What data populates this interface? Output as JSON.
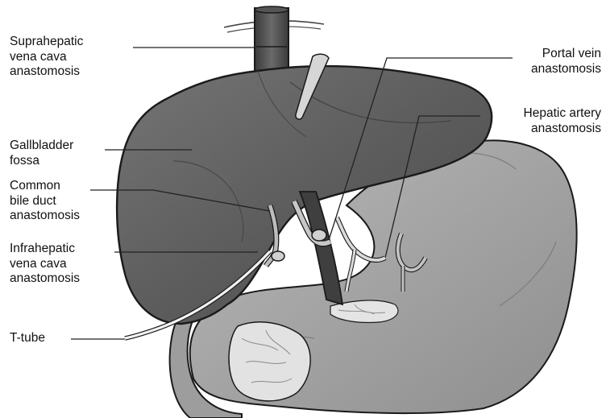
{
  "labels": {
    "suprahepatic_vena_cava": [
      "Suprahepatic",
      "vena cava",
      "anastomosis"
    ],
    "gallbladder_fossa": [
      "Gallbladder",
      "fossa"
    ],
    "common_bile_duct": [
      "Common",
      "bile duct",
      "anastomosis"
    ],
    "infrahepatic_vena_cava": [
      "Infrahepatic",
      "vena cava",
      "anastomosis"
    ],
    "t_tube": [
      "T-tube"
    ],
    "portal_vein": [
      "Portal vein",
      "anastomosis"
    ],
    "hepatic_artery": [
      "Hepatic artery",
      "anastomosis"
    ]
  },
  "colors": {
    "liver": "#5e5e5e",
    "stomach": "#a6a6a6",
    "pancreas": "#e2e2e2",
    "outline": "#1a1a1a",
    "leader": "#222222"
  }
}
